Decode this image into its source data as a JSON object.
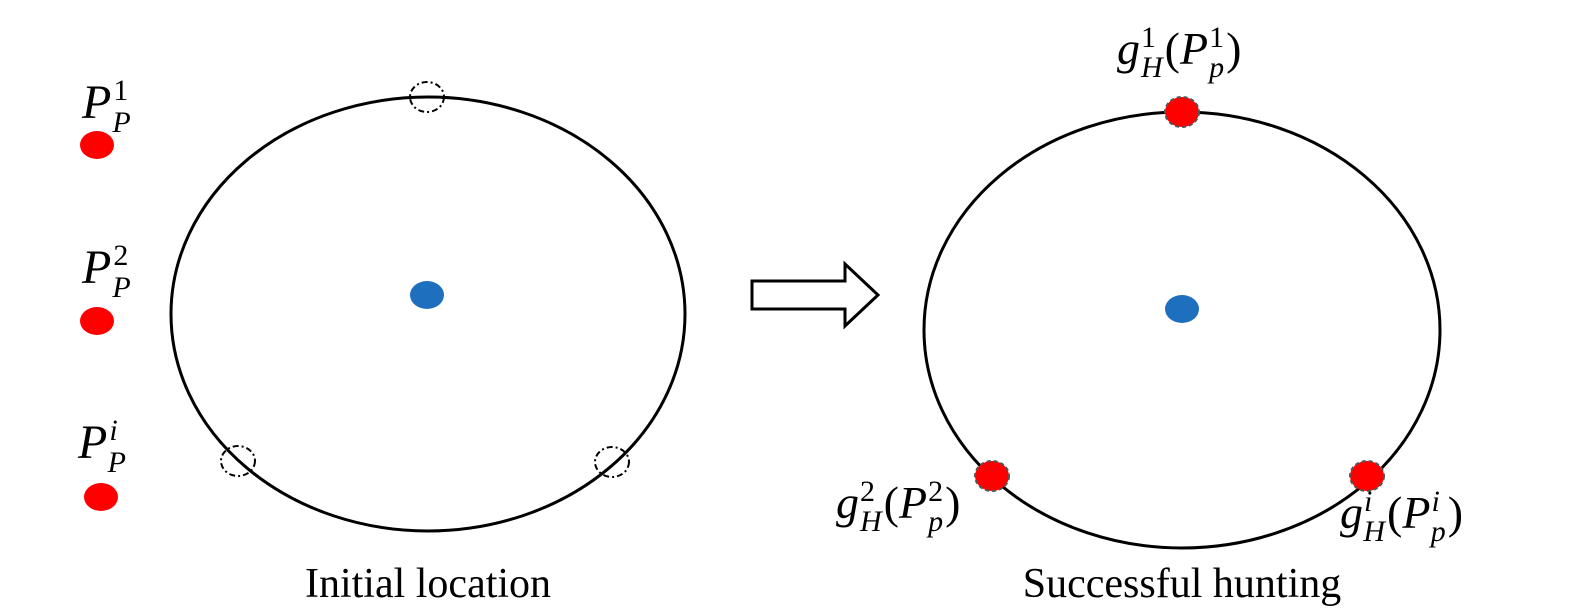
{
  "colors": {
    "prey": "#1f6fbf",
    "predator": "#ff0000",
    "outline": "#000000"
  },
  "left_panel": {
    "caption": "Initial location",
    "labels": [
      {
        "base": "P",
        "sup": "1",
        "sub": "P"
      },
      {
        "base": "P",
        "sup": "2",
        "sub": "P"
      },
      {
        "base": "P",
        "sup": "i",
        "sub": "P"
      }
    ]
  },
  "right_panel": {
    "caption": "Successful hunting",
    "labels": [
      {
        "fn": "g",
        "fn_sup": "1",
        "fn_sub": "H",
        "open": "(",
        "arg": "P",
        "arg_sup": "1",
        "arg_sub": "p",
        "close": ")"
      },
      {
        "fn": "g",
        "fn_sup": "2",
        "fn_sub": "H",
        "open": "(",
        "arg": "P",
        "arg_sup": "2",
        "arg_sub": "p",
        "close": ")"
      },
      {
        "fn": "g",
        "fn_sup": "i",
        "fn_sub": "H",
        "open": "(",
        "arg": "P",
        "arg_sup": "i",
        "arg_sub": "p",
        "close": ")"
      }
    ]
  },
  "arrow": {
    "icon": "hollow-right-arrow-icon"
  }
}
